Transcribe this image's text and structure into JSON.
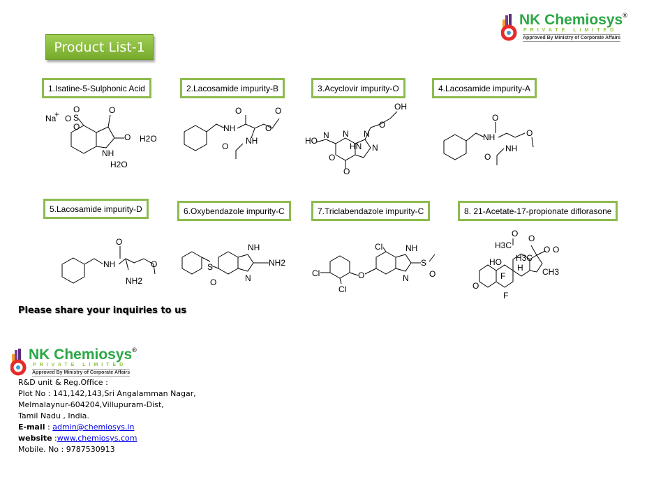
{
  "logo": {
    "name": "NK Chemiosys",
    "reg": "®",
    "sub": "PRIVATE LIMITED",
    "approved": "Approved By Ministry of Corporate Affairs"
  },
  "title": "Product List-1",
  "products": [
    {
      "label": "1.Isatine-5-Sulphonic  Acid",
      "atoms": [
        "Na",
        "+",
        "O",
        "S",
        "O",
        "O",
        "O",
        "O",
        "NH",
        "H2O",
        "H2O"
      ]
    },
    {
      "label": "2.Lacosamide impurity-B",
      "atoms": [
        "O",
        "NH",
        "O",
        "O",
        "NH",
        "O"
      ]
    },
    {
      "label": "3.Acyclovir impurity-O",
      "atoms": [
        "OH",
        "O",
        "HO",
        "N",
        "N",
        "N",
        "N",
        "HN",
        "O"
      ]
    },
    {
      "label": "4.Lacosamide impurity-A",
      "atoms": [
        "O",
        "NH",
        "O",
        "NH",
        "O"
      ]
    },
    {
      "label": "5.Lacosamide impurity-D",
      "atoms": [
        "O",
        "NH",
        "NH2",
        "O"
      ]
    },
    {
      "label": "6.Oxybendazole impurity-C",
      "atoms": [
        "NH",
        "NH2",
        "S",
        "O",
        "N"
      ]
    },
    {
      "label": "7.Triclabendazole impurity-C",
      "atoms": [
        "Cl",
        "NH",
        "S",
        "Cl",
        "O",
        "N",
        "O",
        "Cl"
      ]
    },
    {
      "label": "8. 21-Acetate-17-propionate diflorasone",
      "atoms": [
        "H3C",
        "O",
        "O",
        "O",
        "HO",
        "H3C",
        "O",
        "CH3",
        "F",
        "H",
        "O",
        "F"
      ]
    }
  ],
  "inquiry": "Please share your inquiries to us",
  "contact": {
    "line1": "R&D unit  & Reg.Office :",
    "line2": "Plot No : 141,142,143,Sri Angalamman Nagar,",
    "line3": "Melmalaynur-604204,Villupuram-Dist,",
    "line4": "Tamil Nadu ,  India.",
    "email_label": "E-mail",
    "email_sep": " : ",
    "email": "admin@chemiosys.in",
    "website_label": "website",
    "website_sep": " :",
    "website": "www.chemiosys.com",
    "mobile": "Mobile. No : 9787530913"
  }
}
